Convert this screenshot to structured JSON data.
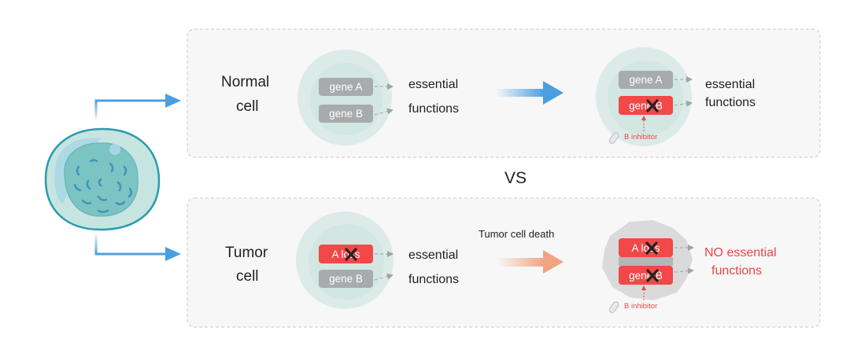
{
  "colors": {
    "gene_gray": "#a8abab",
    "gene_red": "#f24848",
    "cell_teal": "#dbebe8",
    "blue_arrow": "#4a9fe0",
    "orange_arrow": "#f0a482",
    "dead_cell": "#d9d9d9",
    "alert_red": "#ef4444"
  },
  "vs_label": "VS",
  "normal": {
    "label_line1": "Normal",
    "label_line2": "cell",
    "before": {
      "gene_a": "gene A",
      "gene_b": "gene B",
      "func_line1": "essential",
      "func_line2": "functions"
    },
    "after": {
      "gene_a": "gene A",
      "gene_b": "gene B",
      "gene_b_status": "knocked-out",
      "inhibitor": "B inhibitor",
      "func_line1": "essential",
      "func_line2": "functions"
    }
  },
  "tumor": {
    "label_line1": "Tumor",
    "label_line2": "cell",
    "arrow_caption": "Tumor cell death",
    "before": {
      "gene_a": "A loss",
      "gene_b": "gene B",
      "func_line1": "essential",
      "func_line2": "functions"
    },
    "after": {
      "gene_a": "A loss",
      "gene_b": "gene B",
      "inhibitor": "B inhibitor",
      "func_line1": "NO essential",
      "func_line2": "functions"
    }
  }
}
